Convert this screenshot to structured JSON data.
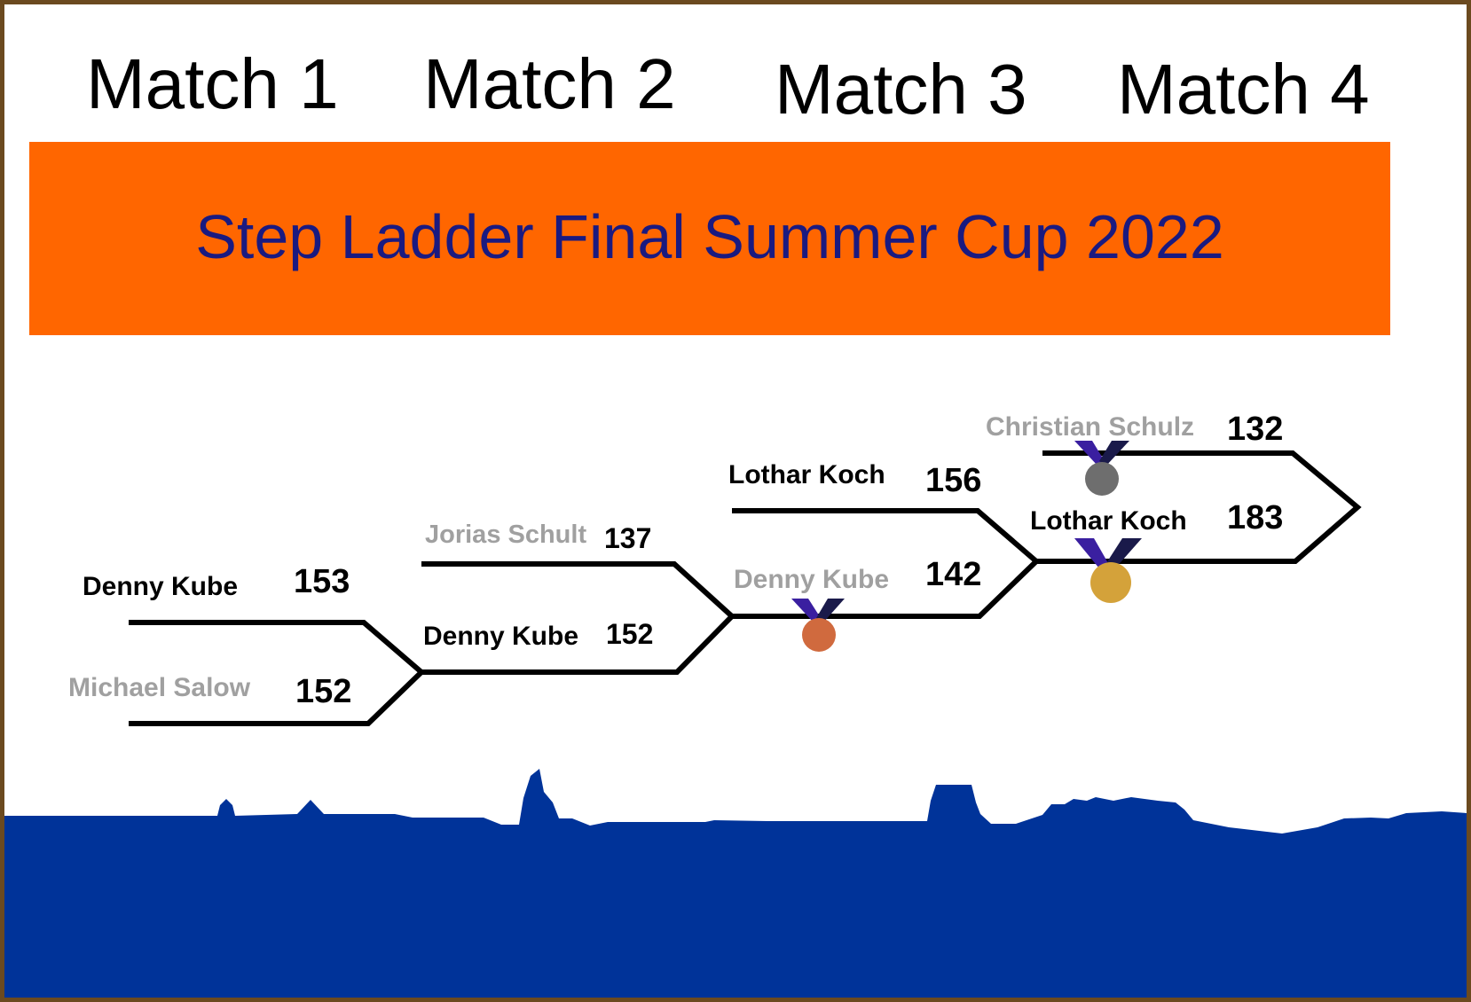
{
  "header": {
    "matches": [
      "Match 1",
      "Match 2",
      "Match 3",
      "Match 4"
    ]
  },
  "banner": {
    "title": "Step Ladder Final Summer Cup 2022"
  },
  "bracket": {
    "match1": {
      "top": {
        "name": "Denny Kube",
        "score": "153",
        "status": "winner"
      },
      "bottom": {
        "name": "Michael Salow",
        "score": "152",
        "status": "loser"
      }
    },
    "match2": {
      "top": {
        "name": "Jorias Schult",
        "score": "137",
        "status": "loser"
      },
      "bottom": {
        "name": "Denny Kube",
        "score": "152",
        "status": "winner"
      }
    },
    "match3": {
      "top": {
        "name": "Lothar Koch",
        "score": "156",
        "status": "winner"
      },
      "bottom": {
        "name": "Denny Kube",
        "score": "142",
        "status": "loser"
      }
    },
    "match4": {
      "top": {
        "name": "Christian Schulz",
        "score": "132",
        "status": "loser"
      },
      "bottom": {
        "name": "Lothar Koch",
        "score": "183",
        "status": "winner"
      }
    }
  },
  "medals": {
    "gold": "Lothar Koch",
    "silver": "Christian Schulz",
    "bronze": "Denny Kube"
  },
  "colors": {
    "frame": "#6b4a1f",
    "banner": "#ff6600",
    "title_text": "#1a1a80",
    "skyline": "#003399",
    "loser_text": "#a0a0a0",
    "gold": "#d4a23a",
    "silver": "#6e6e6e",
    "bronze": "#d06a3e",
    "ribbon": "#3a1fa0"
  }
}
